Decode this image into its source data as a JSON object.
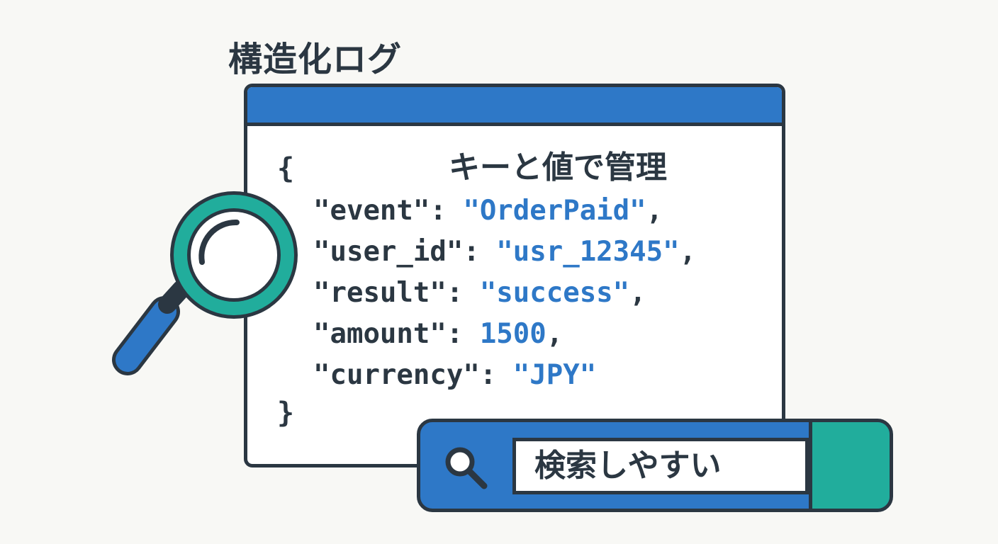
{
  "title": "構造化ログ",
  "log_window": {
    "subtitle": "キーと値で管理",
    "open_brace": "{",
    "close_brace": "}",
    "entries": [
      {
        "key": "\"event\"",
        "separator": ": ",
        "value": "\"OrderPaid\"",
        "trailing": ","
      },
      {
        "key": "\"user_id\"",
        "separator": ": ",
        "value": "\"usr_12345\"",
        "trailing": ","
      },
      {
        "key": "\"result\"",
        "separator": ": ",
        "value": "\"success\"",
        "trailing": ","
      },
      {
        "key": "\"amount\"",
        "separator": ": ",
        "value": "1500",
        "trailing": ","
      },
      {
        "key": "\"currency\"",
        "separator": ": ",
        "value": "\"JPY\"",
        "trailing": ""
      }
    ]
  },
  "search_bar": {
    "text": "検索しやすい",
    "icon": "search-icon"
  },
  "magnifier": {
    "icon": "magnifying-glass-icon"
  },
  "colors": {
    "dark": "#2b3742",
    "blue": "#2e78c7",
    "teal": "#21ad9c",
    "background": "#f8f8f5"
  }
}
